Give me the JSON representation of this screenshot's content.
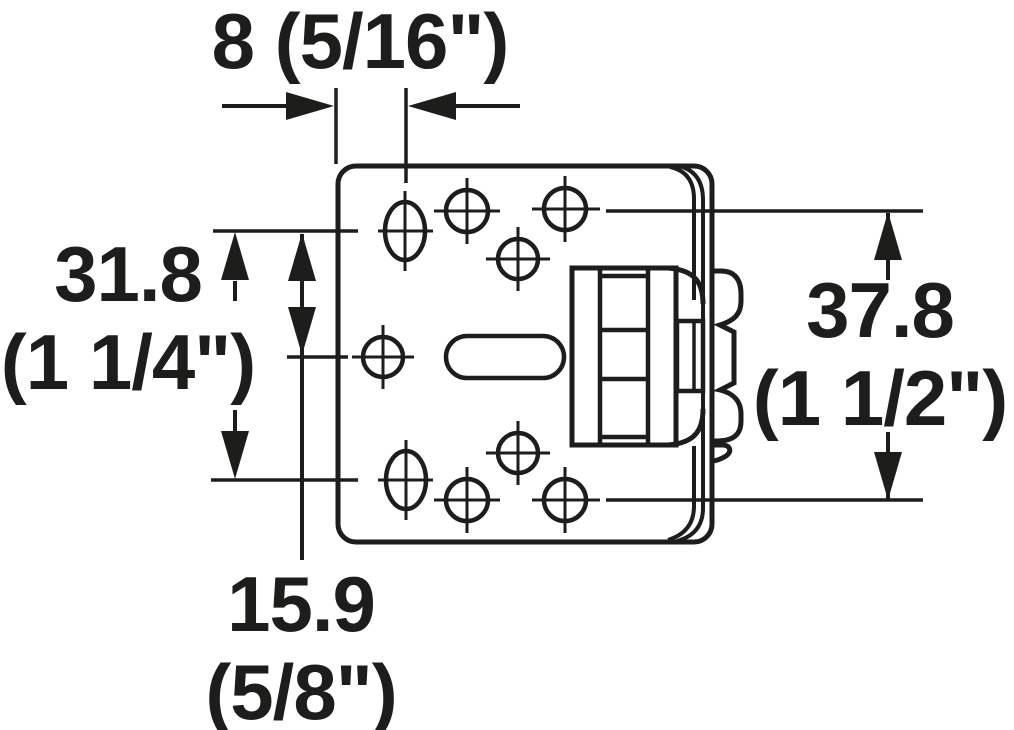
{
  "colors": {
    "ink": "#1d1d1b",
    "paper": "#ffffff"
  },
  "labels": {
    "top": {
      "text": "8 (5/16\")"
    },
    "left": {
      "mm": "31.8",
      "inch": "(1 1/4\")"
    },
    "right": {
      "mm": "37.8",
      "inch": "(1 1/2\")"
    },
    "bottom": {
      "mm": "15.9",
      "inch": "(5/8\")"
    }
  }
}
